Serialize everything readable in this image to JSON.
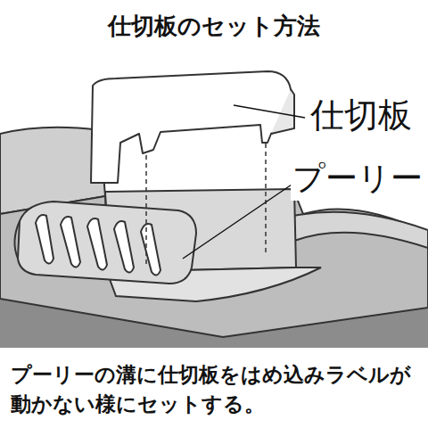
{
  "diagram": {
    "title": "仕切板のセット方法",
    "caption": "プーリーの溝に仕切板をはめ込みラベルが動かない様にセットする。",
    "labels": [
      "仕切板",
      "プーリー"
    ]
  }
}
